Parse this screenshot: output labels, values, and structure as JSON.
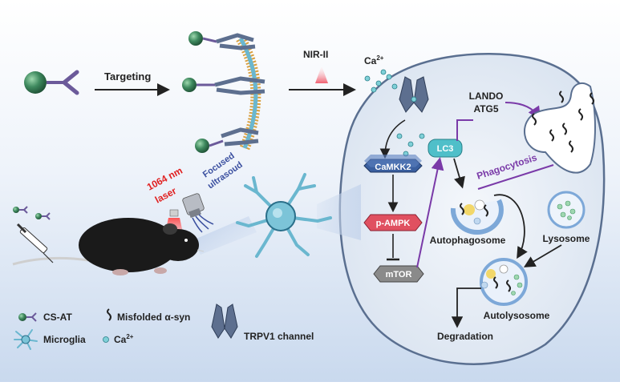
{
  "labels": {
    "targeting": "Targeting",
    "nir": "NIR-II",
    "ca_top": "Ca",
    "ca_top_sup": "2+",
    "lando": "LANDO",
    "atg5": "ATG5",
    "lc3": "LC3",
    "camkk2": "CaMKK2",
    "pampk": "p-AMPK",
    "mtor": "mTOR",
    "phagocytosis": "Phagocytosis",
    "autophagosome": "Autophagosome",
    "lysosome": "Lysosome",
    "autolysosome": "Autolysosome",
    "degradation": "Degradation",
    "laser_line1": "1064 nm",
    "laser_line2": "laser",
    "ultrasound_line1": "Focused",
    "ultrasound_line2": "ultrasoud"
  },
  "legend": {
    "cs_at": "CS-AT",
    "misfolded": "Misfolded α-syn",
    "trpv1": "TRPV1 channel",
    "microglia": "Microglia",
    "ca": "Ca",
    "ca_sup": "2+"
  },
  "colors": {
    "nanoparticle": "#3f8a5f",
    "antibody": "#6b5a9a",
    "channel": "#5d6f8f",
    "cell_fill": "#e9eef6",
    "lc3": "#4fbfc9",
    "camkk2": "#3a5f9f",
    "pampk": "#e05060",
    "mtor": "#8a8a8a",
    "arrow_purple": "#7a3aa8",
    "laser_red": "#e02020",
    "ultrasound_blue": "#3a4f9f"
  }
}
